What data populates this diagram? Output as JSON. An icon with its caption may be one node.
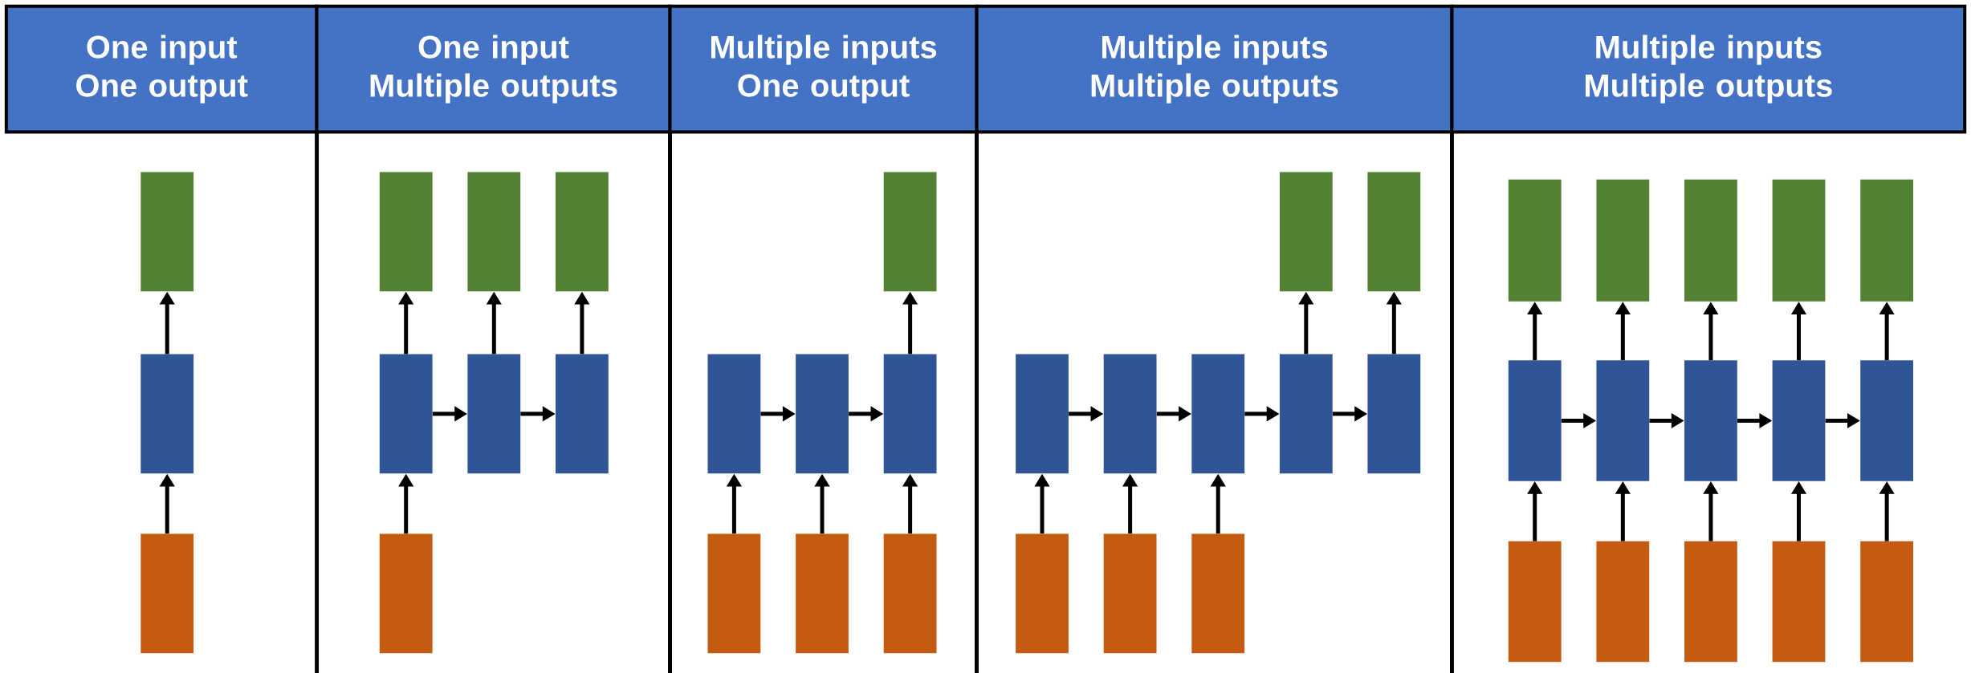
{
  "diagram": {
    "nodes": [
      {
        "text": [
          "One input One output"
        ]
      },
      {
        "text": [
          "One input Multiple outputs"
        ]
      },
      {
        "text": [
          "Multiple inputs One output"
        ]
      },
      {
        "text": [
          "Multiple inputs Multiple outputs"
        ]
      },
      {
        "text": [
          "Multiple inputs Multiple outputs"
        ]
      },
      {
        "text": [],
        "shape": "box"
      },
      {
        "text": [],
        "shape": "box"
      },
      {
        "text": [],
        "shape": "box"
      },
      {
        "text": [],
        "shape": "box"
      },
      {
        "text": [],
        "shape": "box"
      },
      {
        "text": [],
        "shape": "box"
      },
      {
        "text": [],
        "shape": "box"
      },
      {
        "text": [],
        "shape": "box"
      },
      {
        "text": [],
        "shape": "box"
      },
      {
        "text": [],
        "shape": "box"
      },
      {
        "text": [],
        "shape": "box"
      },
      {
        "text": [],
        "shape": "box"
      },
      {
        "text": [],
        "shape": "box"
      },
      {
        "text": [],
        "shape": "box"
      },
      {
        "text": [],
        "shape": "box"
      },
      {
        "text": [],
        "shape": "box"
      },
      {
        "text": [],
        "shape": "box"
      },
      {
        "text": [],
        "shape": "box"
      },
      {
        "text": [],
        "shape": "box"
      },
      {
        "text": [],
        "shape": "box"
      },
      {
        "text": [],
        "shape": "box"
      },
      {
        "text": [],
        "shape": "box"
      },
      {
        "text": [],
        "shape": "box"
      },
      {
        "text": [],
        "shape": "box"
      },
      {
        "text": [],
        "shape": "box"
      },
      {
        "text": [],
        "shape": "box"
      },
      {
        "text": [],
        "shape": "box"
      },
      {
        "text": [],
        "shape": "box"
      },
      {
        "text": [],
        "shape": "box"
      },
      {
        "text": [],
        "shape": "box"
      },
      {
        "text": [],
        "shape": "box"
      },
      {
        "text": [],
        "shape": "box"
      },
      {
        "text": [],
        "shape": "box"
      },
      {
        "text": [],
        "shape": "box"
      },
      {
        "text": [],
        "shape": "box"
      },
      {
        "text": [],
        "shape": "box"
      },
      {
        "text": [],
        "shape": "box"
      },
      {
        "text": [],
        "shape": "box"
      },
      {
        "text": [],
        "shape": "box"
      },
      {
        "text": [],
        "shape": "box"
      },
      {
        "text": [],
        "shape": "box"
      },
      {
        "text": [],
        "shape": "box"
      }
    ],
    "edges": [
      {
        "from": 7,
        "to": 6,
        "arrow": "to"
      },
      {
        "from": 6,
        "to": 5,
        "arrow": "to"
      },
      {
        "from": 14,
        "to": 11,
        "arrow": "to"
      },
      {
        "from": 11,
        "to": 8,
        "arrow": "to"
      },
      {
        "from": 12,
        "to": 9,
        "arrow": "to"
      },
      {
        "from": 13,
        "to": 10,
        "arrow": "to"
      },
      {
        "from": 11,
        "to": 12,
        "arrow": "to"
      },
      {
        "from": 12,
        "to": 13,
        "arrow": "to"
      },
      {
        "from": 19,
        "to": 16,
        "arrow": "to"
      },
      {
        "from": 20,
        "to": 17,
        "arrow": "to"
      },
      {
        "from": 21,
        "to": 18,
        "arrow": "to"
      },
      {
        "from": 16,
        "to": 17,
        "arrow": "to"
      },
      {
        "from": 17,
        "to": 18,
        "arrow": "to"
      },
      {
        "from": 18,
        "to": 15,
        "arrow": "to"
      },
      {
        "from": 29,
        "to": 24,
        "arrow": "to"
      },
      {
        "from": 30,
        "to": 25,
        "arrow": "to"
      },
      {
        "from": 31,
        "to": 26,
        "arrow": "to"
      },
      {
        "from": 24,
        "to": 25,
        "arrow": "to"
      },
      {
        "from": 25,
        "to": 26,
        "arrow": "to"
      },
      {
        "from": 26,
        "to": 27,
        "arrow": "to"
      },
      {
        "from": 27,
        "to": 28,
        "arrow": "to"
      },
      {
        "from": 27,
        "to": 22,
        "arrow": "to"
      },
      {
        "from": 28,
        "to": 23,
        "arrow": "to"
      },
      {
        "from": 42,
        "to": 37,
        "arrow": "to"
      },
      {
        "from": 43,
        "to": 38,
        "arrow": "to"
      },
      {
        "from": 44,
        "to": 39,
        "arrow": "to"
      },
      {
        "from": 45,
        "to": 40,
        "arrow": "to"
      },
      {
        "from": 46,
        "to": 41,
        "arrow": "to"
      },
      {
        "from": 37,
        "to": 32,
        "arrow": "to"
      },
      {
        "from": 38,
        "to": 33,
        "arrow": "to"
      },
      {
        "from": 39,
        "to": 34,
        "arrow": "to"
      },
      {
        "from": 40,
        "to": 35,
        "arrow": "to"
      },
      {
        "from": 41,
        "to": 36,
        "arrow": "to"
      },
      {
        "from": 37,
        "to": 38,
        "arrow": "to"
      },
      {
        "from": 38,
        "to": 39,
        "arrow": "to"
      },
      {
        "from": 39,
        "to": 40,
        "arrow": "to"
      },
      {
        "from": 40,
        "to": 41,
        "arrow": "to"
      }
    ]
  }
}
